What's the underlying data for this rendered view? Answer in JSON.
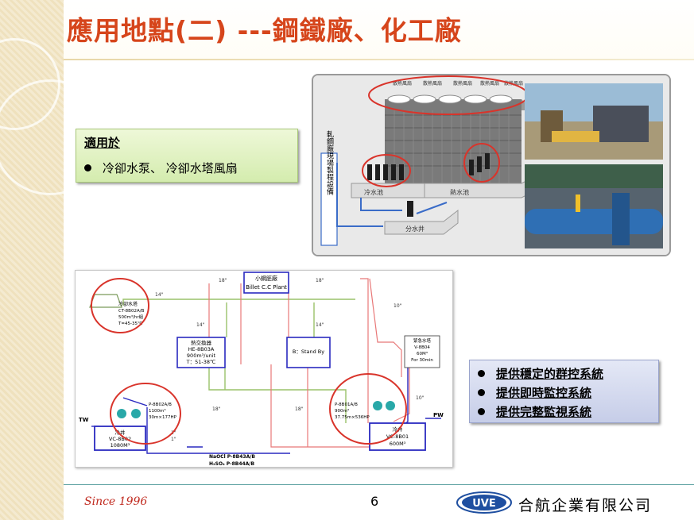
{
  "slide": {
    "title": "應用地點(二) ---鋼鐵廠、化工廠",
    "page_number": "6",
    "since": "Since 1996",
    "company": "合航企業有限公司",
    "logo_text": "UVE"
  },
  "colors": {
    "title": "#d6451b",
    "highlight_circle": "#d9342b",
    "green_box": "#d4ecae",
    "blue_box": "#c6cde8",
    "since": "#c0291e",
    "logo": "#1f4fa0"
  },
  "applicable": {
    "heading": "適用於",
    "items": [
      "冷卻水泵、 冷卻水塔風扇"
    ]
  },
  "features": {
    "items": [
      "提供穩定的群控系統",
      "提供即時監控系統",
      "提供完整監視系統"
    ]
  },
  "cooling_tower_illustration": {
    "fan_labels": [
      "散熱風扇",
      "散熱風扇",
      "散熱風扇",
      "散熱風扇",
      "散熱風扇"
    ],
    "side_label": "軋鋼廠現場製程設備",
    "cold_pool": "冷水池",
    "hot_pool": "熱水池",
    "split_well": "分水井"
  },
  "process_diagram": {
    "billet_plant": [
      "小鋼胚廠",
      "Billet C.C Plant"
    ],
    "cooling_tower": [
      "冷卻水塔",
      "CT-8B02A/B",
      "500m³/hr組",
      "T=45-35℃"
    ],
    "heat_exchanger": [
      "熱交換器",
      "HE-8B03A",
      "900m³/unit",
      "T：51-38℃"
    ],
    "standby": "B：Stand By",
    "emergency_tank": [
      "緊急水塔",
      "V-8B04",
      "60M³",
      "For 30min"
    ],
    "pump_left": [
      "P-8B02A/B",
      "1100m³",
      "30m×177HP"
    ],
    "pump_right": [
      "P-8B01A/B",
      "900m³",
      "37.75m×536HP"
    ],
    "well_left": [
      "冷井",
      "VC-8B02",
      "1080M³"
    ],
    "well_right": [
      "冷井",
      "VC-8B01",
      "600M³"
    ],
    "tw": "TW",
    "pw": "PW",
    "chemicals": [
      "NaOCl  P-8B43A/B",
      "H₂SO₄  P-8B44A/B"
    ],
    "pipe_sizes": [
      "14\"",
      "18\"",
      "18\"",
      "14\"",
      "14\"",
      "10\"",
      "10\"",
      "18\"",
      "18\"",
      "1\"",
      "1\""
    ]
  }
}
